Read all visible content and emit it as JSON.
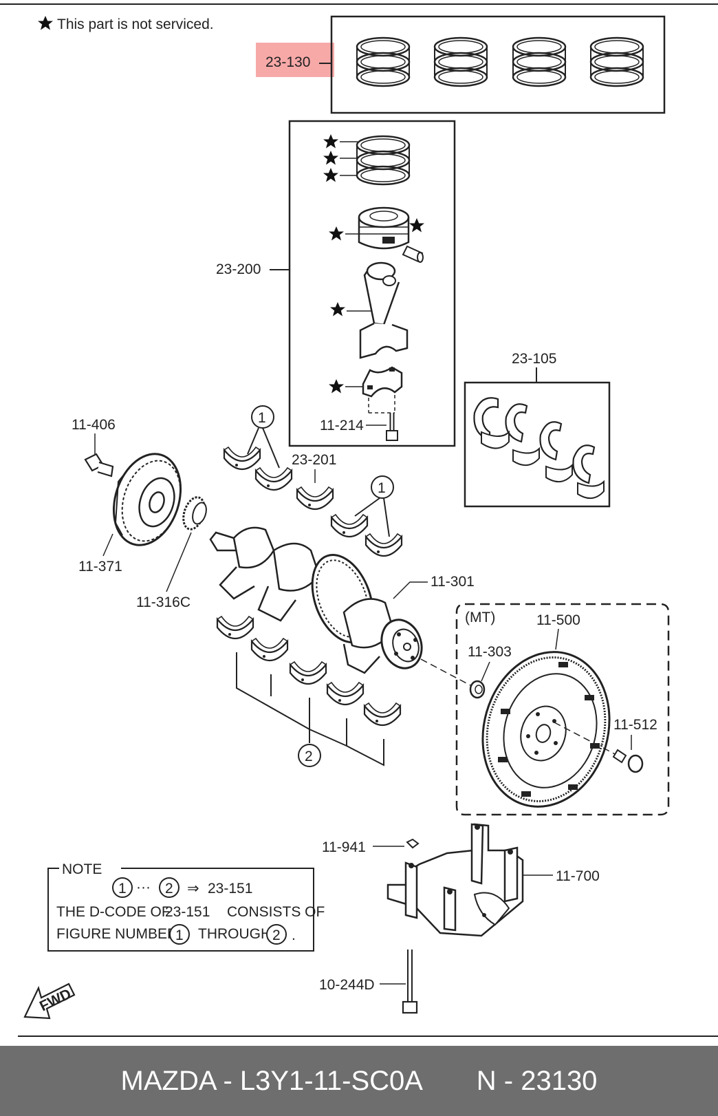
{
  "legend": {
    "star_note": "This part is not serviced."
  },
  "labels": {
    "p23_130": "23-130",
    "p23_200": "23-200",
    "p23_105": "23-105",
    "p11_214": "11-214",
    "p11_406": "11-406",
    "p23_201": "23-201",
    "p11_371": "11-371",
    "p11_316c": "11-316C",
    "p11_301": "11-301",
    "mt": "(MT)",
    "p11_500": "11-500",
    "p11_303": "11-303",
    "p11_512": "11-512",
    "p11_941": "11-941",
    "p11_700": "11-700",
    "p10_244d": "10-244D",
    "circle1": "1",
    "circle2": "2"
  },
  "note": {
    "title": "NOTE",
    "line1_dots": "···",
    "line1_arrow": "⇒",
    "line1_code": "23-151",
    "line2_pre": "THE D-CODE OF",
    "line2_code": "23-151",
    "line2_post": "CONSISTS OF",
    "line3_pre": "FIGURE NUMBERS",
    "line3_mid": "THROUGH",
    "line3_end": ".",
    "n1": "1",
    "n2": "2"
  },
  "fwd": "FWD",
  "footer": {
    "brand": "MAZDA - L3Y1-11-SC0A",
    "code": "N - 23130"
  },
  "colors": {
    "highlight": "#f7a9a8",
    "footer_bg": "#6e6e6e",
    "ink": "#222222"
  }
}
